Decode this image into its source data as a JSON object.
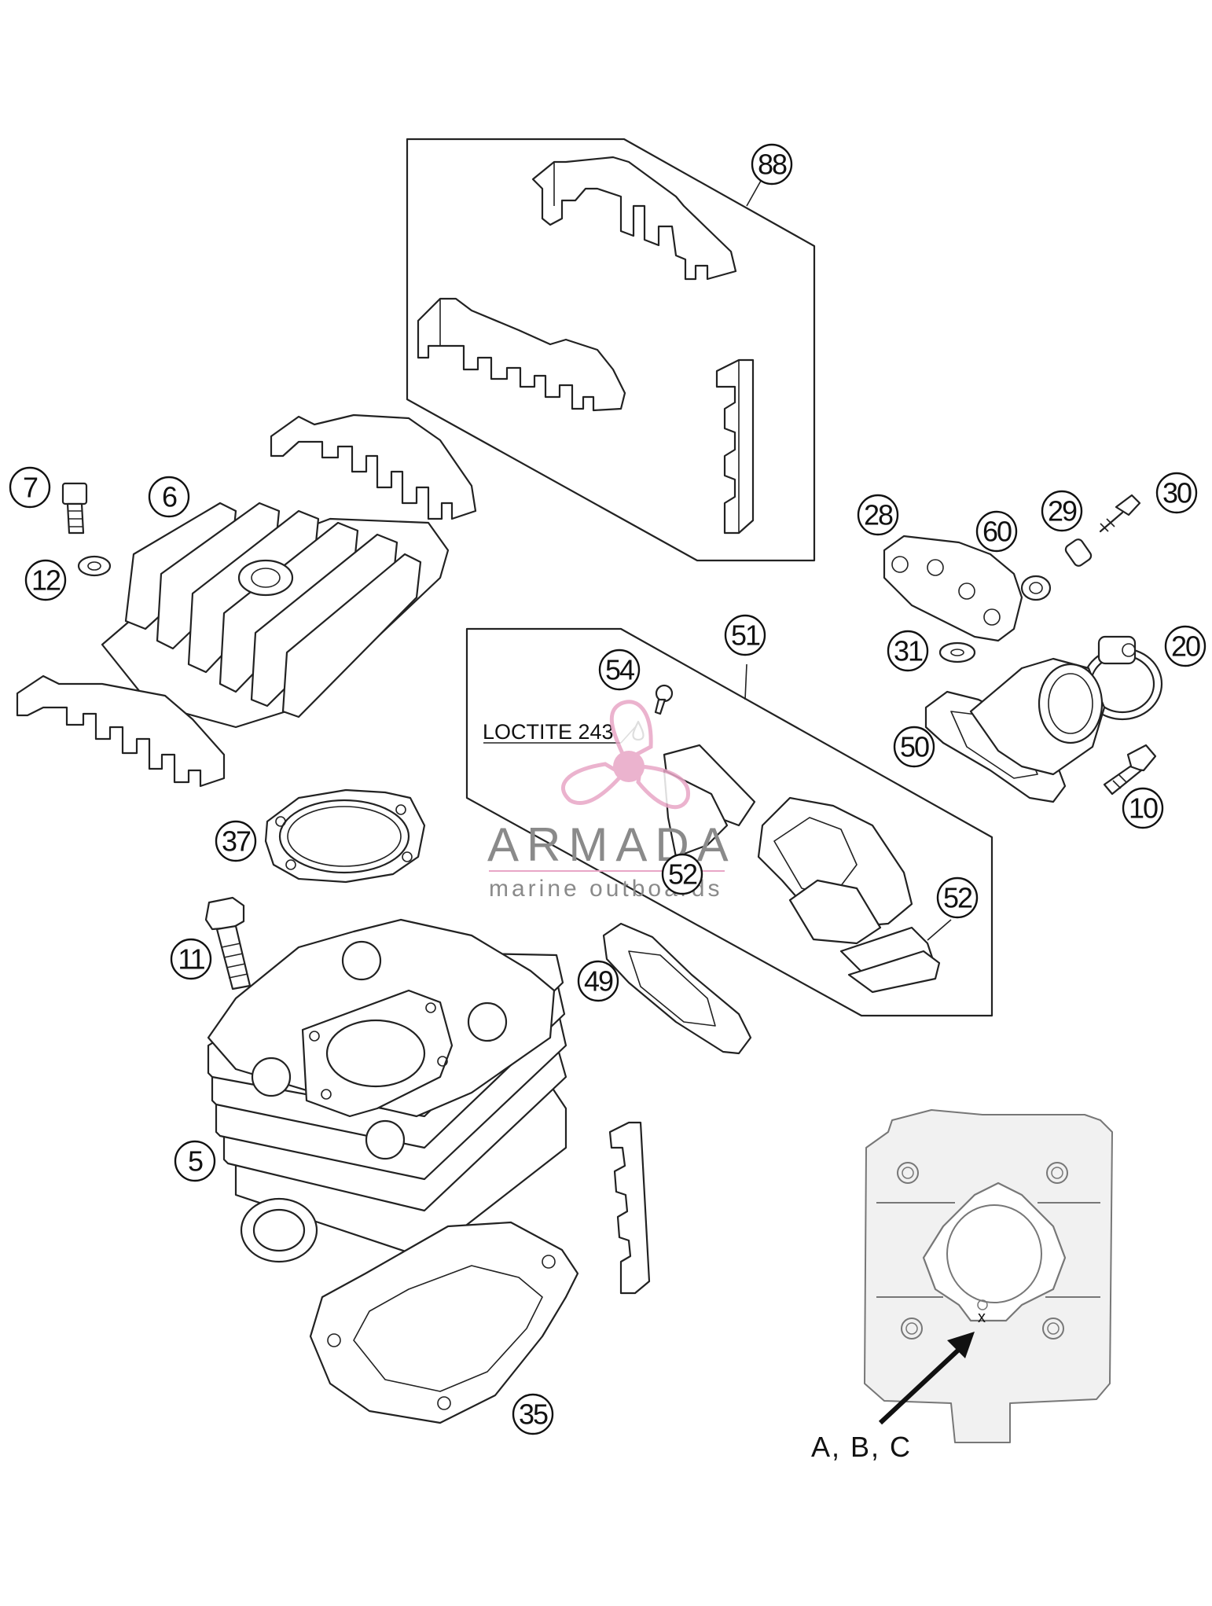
{
  "diagram": {
    "callouts": [
      "88",
      "7",
      "6",
      "12",
      "28",
      "60",
      "29",
      "30",
      "31",
      "20",
      "51",
      "54",
      "50",
      "10",
      "37",
      "52",
      "52",
      "11",
      "49",
      "5",
      "35"
    ],
    "label_loctite": "LOCTITE 243",
    "label_ref": "A, B, C",
    "detail_mark": "x"
  },
  "watermark": {
    "name": "ARMADA",
    "subtitle": "marine outboards",
    "logo_color": "#e8a6c6"
  }
}
